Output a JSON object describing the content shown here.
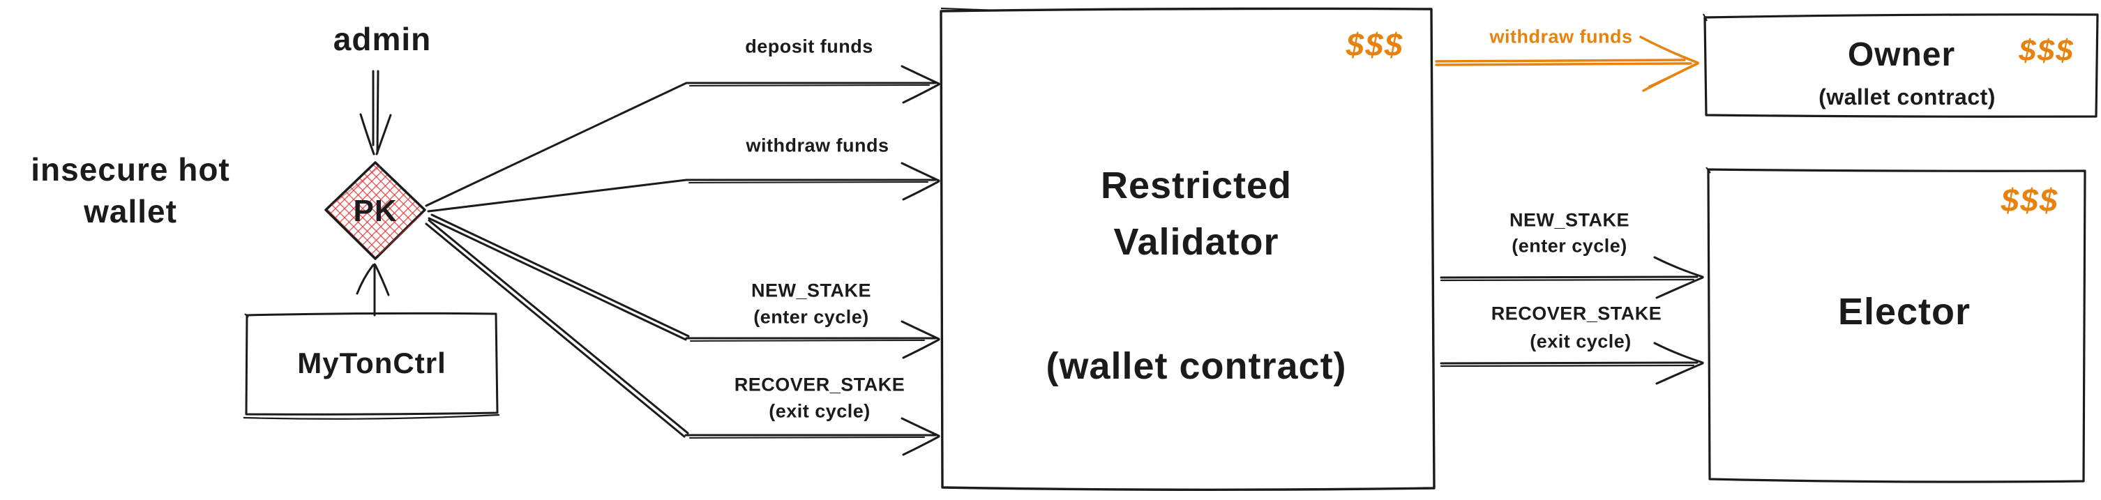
{
  "colors": {
    "ink": "#1b1b1b",
    "accent_orange": "#e8820e",
    "pk_hatch_red": "#e03131",
    "background": "#ffffff"
  },
  "left_section": {
    "admin_label": "admin",
    "insecure_caption_line1": "insecure hot",
    "insecure_caption_line2": "wallet",
    "pk_label": "PK",
    "mytonctrl_label": "MyTonCtrl"
  },
  "pk_to_validator_arrows": [
    {
      "label": "deposit funds",
      "sublabel": ""
    },
    {
      "label": "withdraw funds",
      "sublabel": ""
    },
    {
      "label": "NEW_STAKE",
      "sublabel": "(enter cycle)"
    },
    {
      "label": "RECOVER_STAKE",
      "sublabel": "(exit cycle)"
    }
  ],
  "validator_box": {
    "title_line1": "Restricted",
    "title_line2": "Validator",
    "subtitle": "(wallet contract)",
    "money_badge": "$$$"
  },
  "validator_to_owner_arrow": {
    "label": "withdraw funds"
  },
  "owner_box": {
    "title": "Owner",
    "subtitle": "(wallet contract)",
    "money_badge": "$$$"
  },
  "validator_to_elector_arrows": [
    {
      "label": "NEW_STAKE",
      "sublabel": "(enter cycle)"
    },
    {
      "label": "RECOVER_STAKE",
      "sublabel": "(exit cycle)"
    }
  ],
  "elector_box": {
    "title": "Elector",
    "money_badge": "$$$"
  }
}
